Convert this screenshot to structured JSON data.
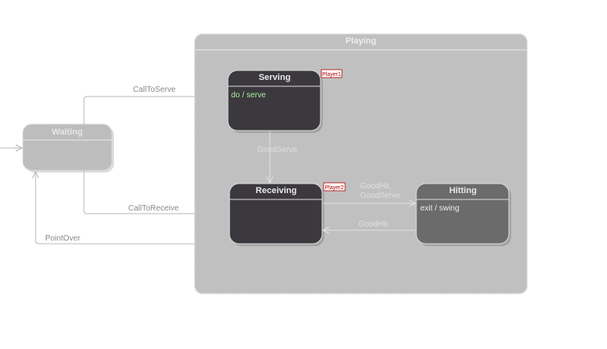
{
  "colors": {
    "playing_fill": "#c0c0c0",
    "waiting_fill": "#bdbdbd",
    "dark_state_fill": "#3b393d",
    "hitting_fill": "#6b6b6b",
    "edge_stroke": "#b8b8b8",
    "label_gray": "#8a8a8a",
    "label_light": "#e0e0e0",
    "action_green": "#a8f0a0",
    "tag_red": "#b00000"
  },
  "states": {
    "playing": {
      "name": "Playing"
    },
    "waiting": {
      "name": "Waiting"
    },
    "serving": {
      "name": "Serving",
      "action": "do / serve"
    },
    "receiving": {
      "name": "Receiving"
    },
    "hitting": {
      "name": "Hitting",
      "action": "exit / swing"
    }
  },
  "tags": {
    "serving": "Player1",
    "receiving": "Player2"
  },
  "transitions": {
    "call_to_serve": "CallToServe",
    "call_to_receive": "CallToReceive",
    "point_over": "PointOver",
    "good_serve": "GoodServe",
    "to_hitting_line1": "GoodHit,",
    "to_hitting_line2": "GoodServe",
    "good_hit": "GoodHit"
  }
}
